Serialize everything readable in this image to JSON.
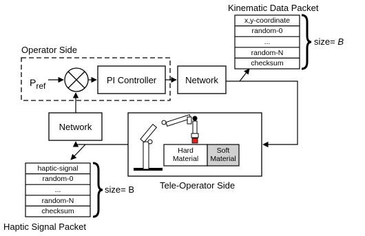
{
  "labels": {
    "operator_side": "Operator Side",
    "pref_main": "P",
    "pref_sub": "ref",
    "pi_controller": "PI Controller",
    "network_top": "Network",
    "network_left": "Network",
    "teleoperator_side": "Tele-Operator Side",
    "kinematic_title": "Kinematic Data Packet",
    "haptic_title": "Haptic Signal Packet",
    "size_kinematic_prefix": "size= ",
    "size_kinematic_var": "B",
    "size_haptic": "size= B",
    "hard_material": [
      "Hard",
      "Material"
    ],
    "soft_material": [
      "Soft",
      "Material"
    ]
  },
  "kinematic_packet": [
    "x,y-coordinate",
    "random-0",
    "...",
    "random-N",
    "checksum"
  ],
  "haptic_packet": [
    "haptic-signal",
    "random-0",
    "...",
    "random-N",
    "checksum"
  ],
  "colors": {
    "line": "#000000",
    "soft_material_fill": "#d0d0d0",
    "gripper_tip": "#e0211a"
  }
}
